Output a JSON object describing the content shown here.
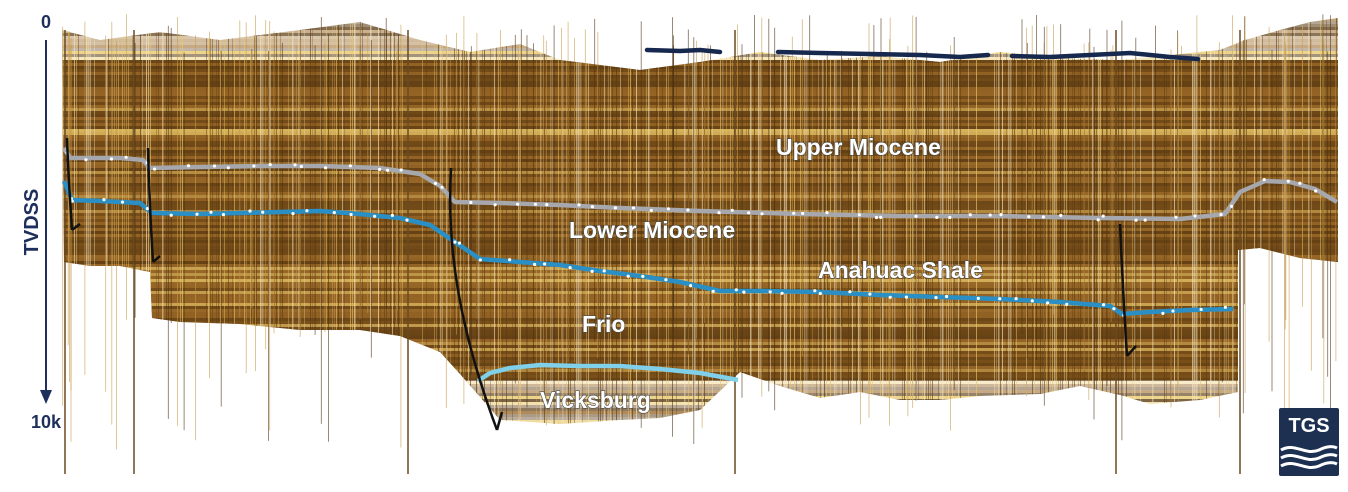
{
  "axis": {
    "label": "TVDSS",
    "top_tick": "0",
    "bottom_tick": "10k"
  },
  "formations": [
    {
      "id": "upper-miocene",
      "label": "Upper Miocene"
    },
    {
      "id": "lower-miocene",
      "label": "Lower Miocene"
    },
    {
      "id": "anahuac-shale",
      "label": "Anahuac Shale"
    },
    {
      "id": "frio",
      "label": "Frio"
    },
    {
      "id": "vicksburg",
      "label": "Vicksburg"
    }
  ],
  "logo": {
    "text": "TGS",
    "icon": "tgs-wave-icon"
  },
  "colors": {
    "log_dark": "#5a3a12",
    "log_mid": "#9a6a2a",
    "log_light": "#e8c86a",
    "top_horizon": "#16284d",
    "lower_miocene_horizon": "#a6a8ad",
    "anahuac_horizon": "#2a8fc4",
    "vicksburg_horizon": "#7fd0e8",
    "fault": "#111111",
    "axis": "#1f2f5c",
    "logo_bg": "#1d3052"
  }
}
